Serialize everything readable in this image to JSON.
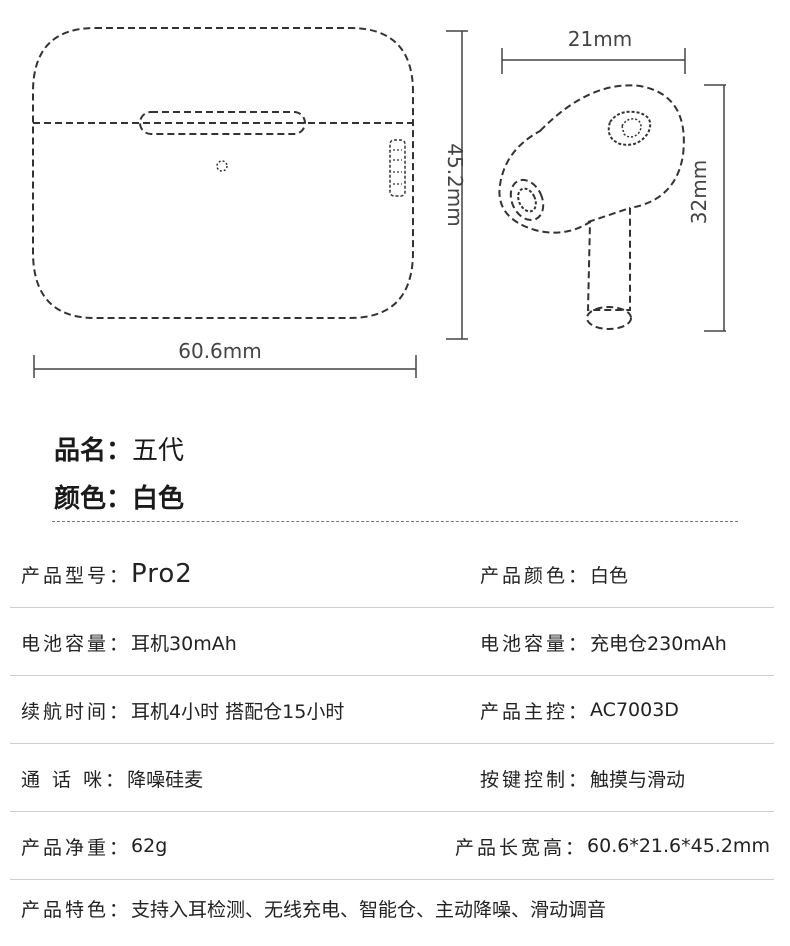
{
  "dimensions": {
    "case_width": "60.6mm",
    "case_height": "45.2mm",
    "earbud_width": "21mm",
    "earbud_height": "32mm"
  },
  "title": {
    "name_label": "品名：",
    "name_value": "五代",
    "color_label": "颜色：",
    "color_value": "白色"
  },
  "specs": [
    {
      "left_key": "产品型号：",
      "left_val": "Pro2",
      "right_key": "产品颜色：",
      "right_val": "白色"
    },
    {
      "left_key": "电池容量：",
      "left_val": "耳机30mAh",
      "right_key": "电池容量：",
      "right_val": "充电仓230mAh"
    },
    {
      "left_key": "续航时间：",
      "left_val": "耳机4小时  搭配仓15小时",
      "right_key": "产品主控：",
      "right_val": "AC7003D"
    },
    {
      "left_key": "通 话 咪：",
      "left_val": "降噪硅麦",
      "right_key": "按键控制：",
      "right_val": "触摸与滑动"
    },
    {
      "left_key": "产品净重：",
      "left_val": "62g",
      "right_key": "产品长宽高：",
      "right_val": "60.6*21.6*45.2mm"
    },
    {
      "left_key": "产品特色：",
      "left_val": "支持入耳检测、无线充电、智能仓、主动降噪、滑动调音"
    }
  ]
}
